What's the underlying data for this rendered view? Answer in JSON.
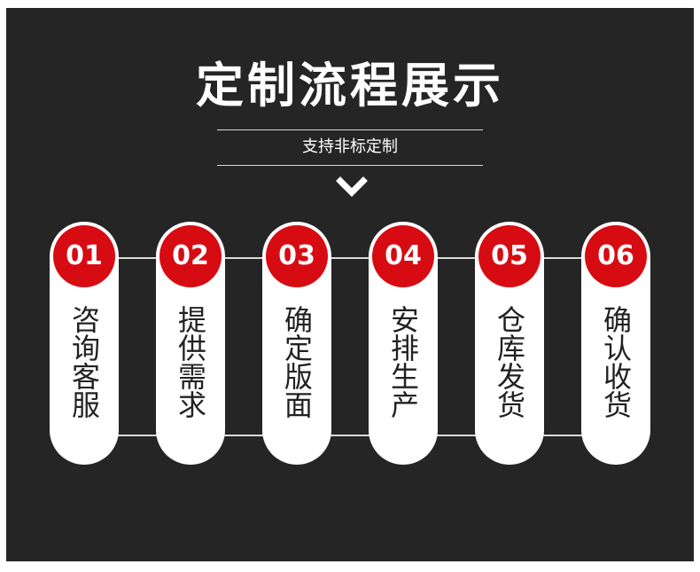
{
  "header": {
    "title": "定制流程展示",
    "subtitle": "支持非标定制"
  },
  "colors": {
    "background": "#252525",
    "accent": "#d70b12",
    "card": "#ffffff",
    "text": "#222222"
  },
  "icons": {
    "chevron": "chevron-down-icon"
  },
  "steps": [
    {
      "number": "01",
      "label": "咨询客服"
    },
    {
      "number": "02",
      "label": "提供需求"
    },
    {
      "number": "03",
      "label": "确定版面"
    },
    {
      "number": "04",
      "label": "安排生产"
    },
    {
      "number": "05",
      "label": "仓库发货"
    },
    {
      "number": "06",
      "label": "确认收货"
    }
  ]
}
